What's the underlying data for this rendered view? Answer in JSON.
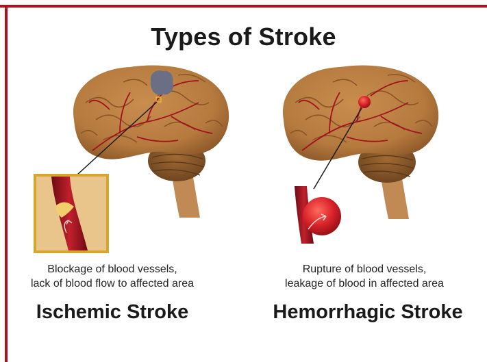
{
  "title": "Types of Stroke",
  "colors": {
    "border": "#b0101c",
    "brain": "#b57a3e",
    "vessel": "#a3101f",
    "clot": "#6b6f86",
    "bleed": "#d8232a",
    "inset_border": "#d4a72c"
  },
  "ischemic": {
    "caption_line1": "Blockage of blood vessels,",
    "caption_line2": "lack of blood flow to affected area",
    "name": "Ischemic Stroke"
  },
  "hemorrhagic": {
    "caption_line1": "Rupture of blood vessels,",
    "caption_line2": "leakage of blood in affected area",
    "name": "Hemorrhagic Stroke"
  }
}
